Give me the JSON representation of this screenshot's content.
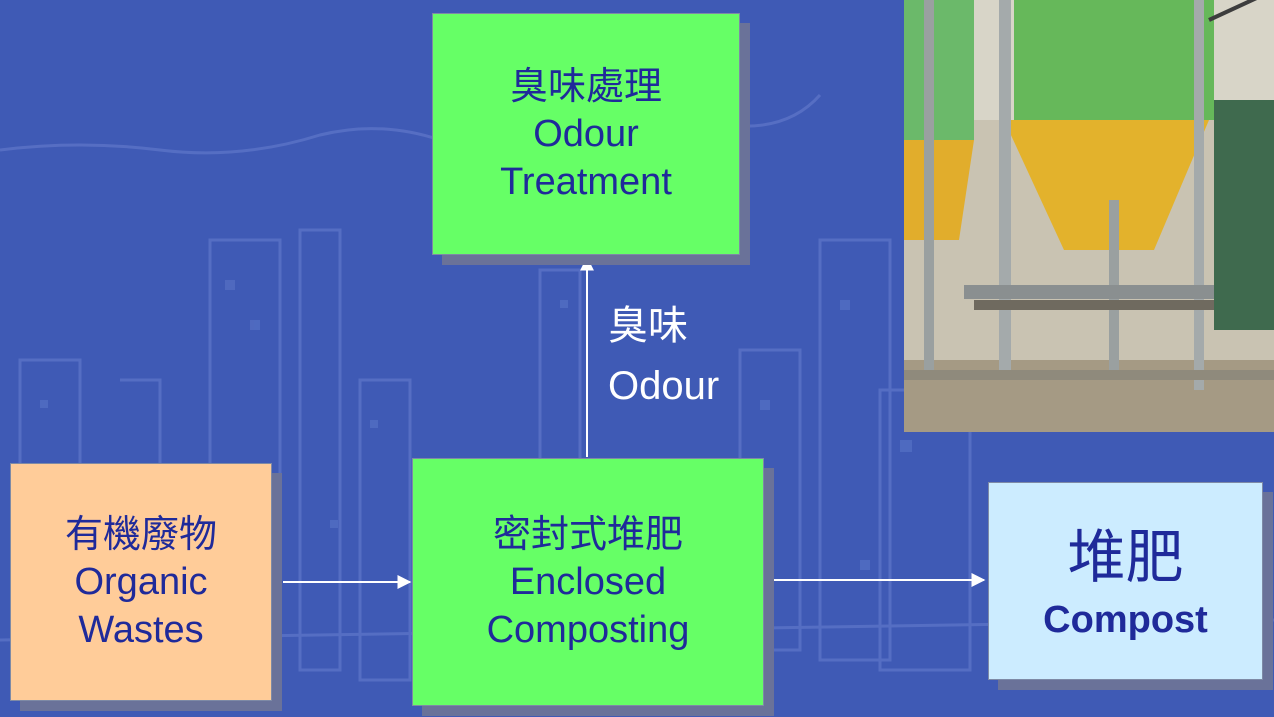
{
  "diagram": {
    "nodes": {
      "odour_treatment": {
        "zh": "臭味處理",
        "en_line1": "Odour",
        "en_line2": "Treatment"
      },
      "organic_wastes": {
        "zh": "有機廢物",
        "en_line1": "Organic",
        "en_line2": "Wastes"
      },
      "enclosed_composting": {
        "zh": "密封式堆肥",
        "en_line1": "Enclosed",
        "en_line2": "Composting"
      },
      "compost": {
        "zh": "堆肥",
        "en": "Compost"
      }
    },
    "edge_label": {
      "zh": "臭味",
      "en": "Odour"
    }
  },
  "colors": {
    "background": "#3f5ab5",
    "green_box": "#66ff66",
    "orange_box": "#ffcc99",
    "blue_box": "#ccecff",
    "box_text": "#1f2a9a",
    "arrow": "#ffffff"
  },
  "photo": {
    "subject": "composting-silos-photo"
  }
}
